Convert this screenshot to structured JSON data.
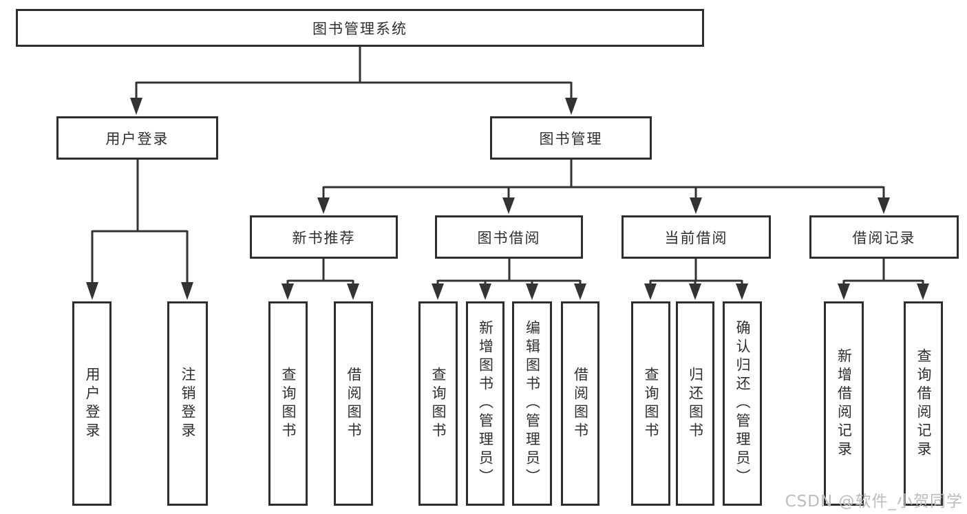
{
  "colors": {
    "background": "#ffffff",
    "line": "#333333",
    "box_border": "#2e2e2e",
    "text": "#2f2f2f",
    "watermark": "#bcbcbc"
  },
  "diagram_type": "hierarchy-tree",
  "tree": {
    "label": "图书管理系统",
    "children": [
      {
        "label": "用户登录",
        "children": [
          {
            "label": "用户登录"
          },
          {
            "label": "注销登录"
          }
        ]
      },
      {
        "label": "图书管理",
        "children": [
          {
            "label": "新书推荐",
            "children": [
              {
                "label": "查询图书"
              },
              {
                "label": "借阅图书"
              }
            ]
          },
          {
            "label": "图书借阅",
            "children": [
              {
                "label": "查询图书"
              },
              {
                "label": "新增图书（管理员）"
              },
              {
                "label": "编辑图书（管理员）"
              },
              {
                "label": "借阅图书"
              }
            ]
          },
          {
            "label": "当前借阅",
            "children": [
              {
                "label": "查询图书"
              },
              {
                "label": "归还图书"
              },
              {
                "label": "确认归还（管理员）"
              }
            ]
          },
          {
            "label": "借阅记录",
            "children": [
              {
                "label": "新增借阅记录"
              },
              {
                "label": "查询借阅记录"
              }
            ]
          }
        ]
      }
    ]
  },
  "watermark": {
    "text": "CSDN @软件_小贺同学"
  }
}
